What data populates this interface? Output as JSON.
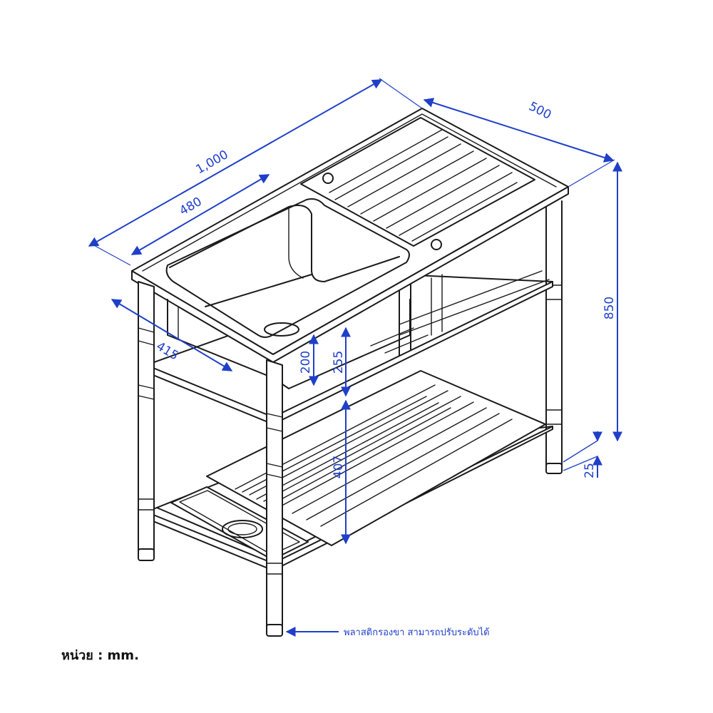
{
  "dimensions": {
    "total_length": "1,000",
    "depth": "500",
    "bowl_length": "480",
    "bowl_width": "415",
    "bowl_depth": "200",
    "top_to_shelf": "255",
    "shelf_to_bottom_shelf": "407",
    "total_height": "850",
    "foot_height": "25"
  },
  "note": "พลาสติกรองขา สามารถปรับระดับได้",
  "unit_label": "หน่วย : mm.",
  "colors": {
    "dimension": "#1f3fc9",
    "line": "#1a1a1a"
  }
}
